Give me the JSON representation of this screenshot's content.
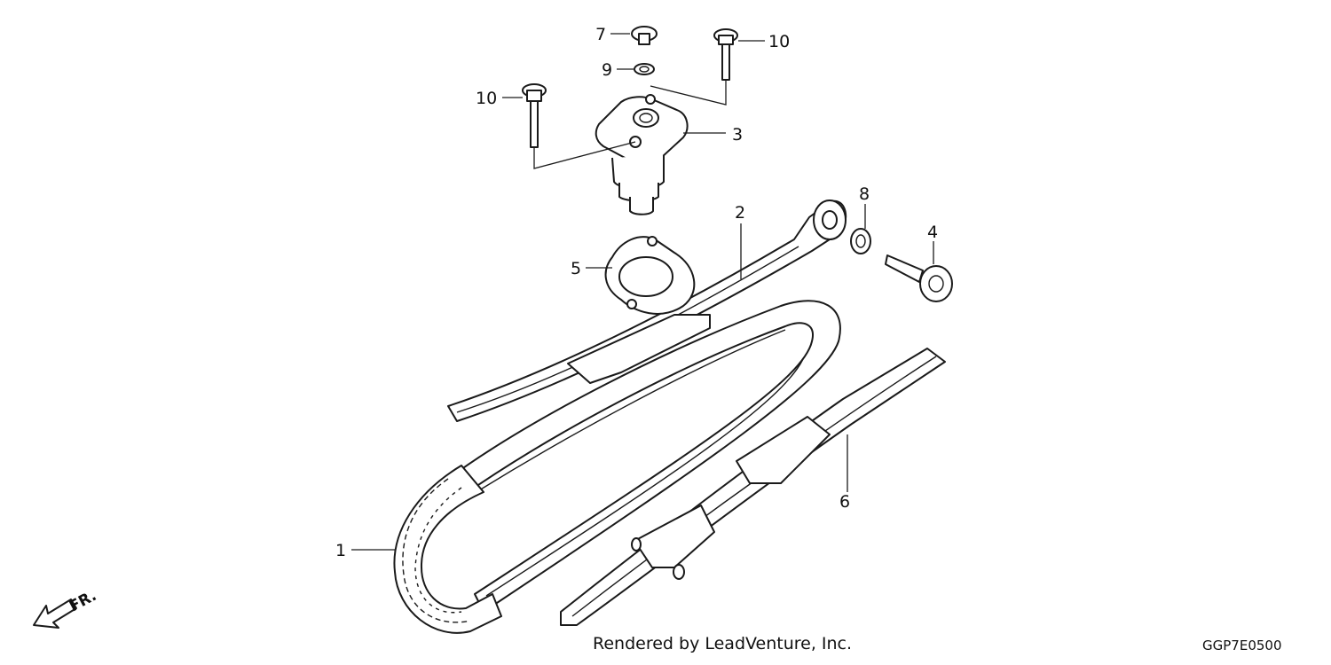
{
  "callouts": {
    "c1": "1",
    "c2": "2",
    "c3": "3",
    "c4": "4",
    "c5": "5",
    "c6": "6",
    "c7": "7",
    "c8": "8",
    "c9": "9",
    "c10a": "10",
    "c10b": "10"
  },
  "direction_label": "FR.",
  "rendered_by": "Rendered by LeadVenture, Inc.",
  "diagram_code": "GGP7E0500",
  "colors": {
    "line": "#1a1a1a",
    "background": "#ffffff"
  }
}
